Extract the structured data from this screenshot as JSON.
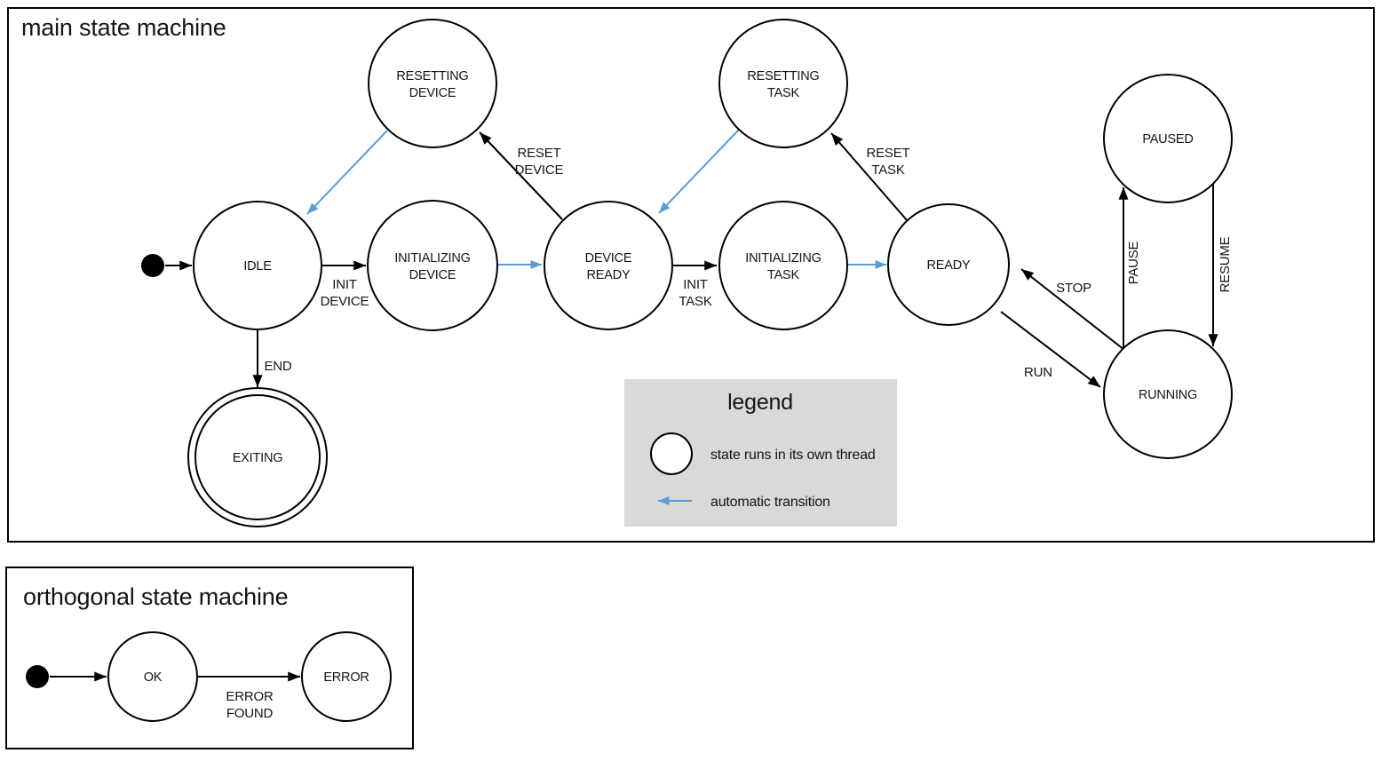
{
  "colors": {
    "threaded_state_fill": "#b6c9e6",
    "automatic_transition_blue": "#5b9bd5",
    "transition_black": "#000000",
    "legend_background": "#d9d9d9"
  },
  "main_machine": {
    "title": "main state machine",
    "states": {
      "idle": {
        "label": "IDLE"
      },
      "initializing_device": {
        "line1": "INITIALIZING",
        "line2": "DEVICE"
      },
      "resetting_device": {
        "line1": "RESETTING",
        "line2": "DEVICE"
      },
      "device_ready": {
        "line1": "DEVICE",
        "line2": "READY"
      },
      "initializing_task": {
        "line1": "INITIALIZING",
        "line2": "TASK"
      },
      "resetting_task": {
        "line1": "RESETTING",
        "line2": "TASK"
      },
      "ready": {
        "label": "READY"
      },
      "paused": {
        "label": "PAUSED"
      },
      "running": {
        "label": "RUNNING"
      },
      "exiting": {
        "label": "EXITING"
      }
    },
    "transitions": {
      "init_device": {
        "line1": "INIT",
        "line2": "DEVICE"
      },
      "init_task": {
        "line1": "INIT",
        "line2": "TASK"
      },
      "reset_device": {
        "line1": "RESET",
        "line2": "DEVICE"
      },
      "reset_task": {
        "line1": "RESET",
        "line2": "TASK"
      },
      "end": {
        "label": "END"
      },
      "stop": {
        "label": "STOP"
      },
      "run": {
        "label": "RUN"
      },
      "pause": {
        "label": "PAUSE"
      },
      "resume": {
        "label": "RESUME"
      }
    }
  },
  "legend": {
    "title": "legend",
    "threaded_state_label": "state runs in its own thread",
    "automatic_transition_label": "automatic transition"
  },
  "orthogonal_machine": {
    "title": "orthogonal state machine",
    "states": {
      "ok": {
        "label": "OK"
      },
      "error": {
        "label": "ERROR"
      }
    },
    "transitions": {
      "error_found": {
        "line1": "ERROR",
        "line2": "FOUND"
      }
    }
  }
}
